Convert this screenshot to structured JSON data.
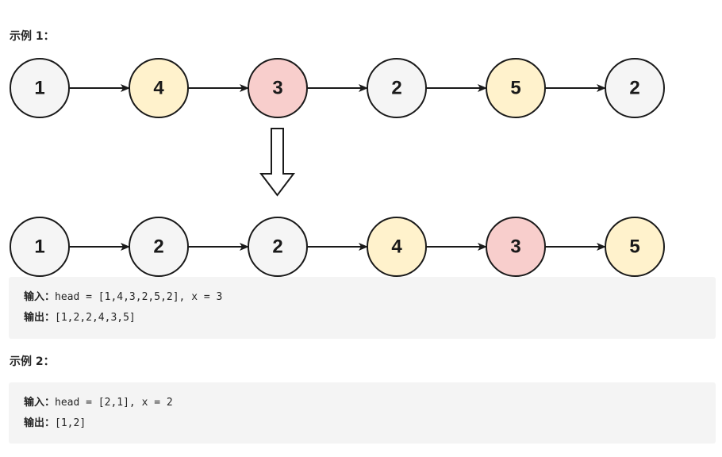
{
  "examples": [
    {
      "heading": "示例 1：",
      "before_list": [
        {
          "value": "1",
          "color": "#f5f5f5"
        },
        {
          "value": "4",
          "color": "#fff2cc"
        },
        {
          "value": "3",
          "color": "#f8cecc"
        },
        {
          "value": "2",
          "color": "#f5f5f5"
        },
        {
          "value": "5",
          "color": "#fff2cc"
        },
        {
          "value": "2",
          "color": "#f5f5f5"
        }
      ],
      "after_list": [
        {
          "value": "1",
          "color": "#f5f5f5"
        },
        {
          "value": "2",
          "color": "#f5f5f5"
        },
        {
          "value": "2",
          "color": "#f5f5f5"
        },
        {
          "value": "4",
          "color": "#fff2cc"
        },
        {
          "value": "3",
          "color": "#f8cecc"
        },
        {
          "value": "5",
          "color": "#fff2cc"
        }
      ],
      "input_label": "输入：",
      "input_value": "head = [1,4,3,2,5,2], x = 3",
      "output_label": "输出：",
      "output_value": "[1,2,2,4,3,5]"
    },
    {
      "heading": "示例 2：",
      "input_label": "输入：",
      "input_value": "head = [2,1], x = 2",
      "output_label": "输出：",
      "output_value": "[1,2]"
    }
  ],
  "colors": {
    "neutral": "#f5f5f5",
    "yellow": "#fff2cc",
    "red": "#f8cecc",
    "stroke": "#1a1a1a",
    "code_background": "#f4f4f4"
  }
}
